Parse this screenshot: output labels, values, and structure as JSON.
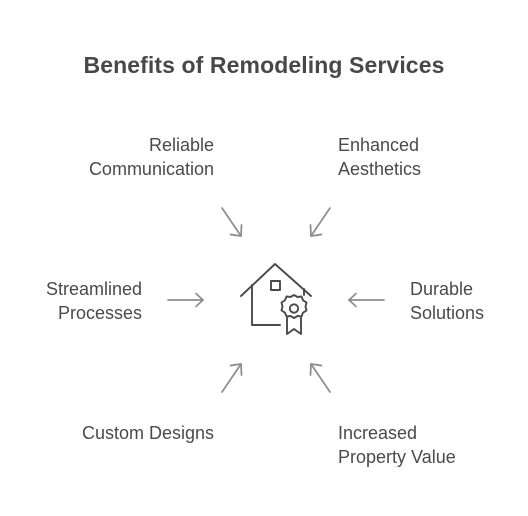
{
  "title": "Benefits of Remodeling Services",
  "center_icon": "house-with-award-badge-icon",
  "benefits": [
    {
      "id": "reliable",
      "lines": [
        "Reliable",
        "Communication"
      ]
    },
    {
      "id": "enhanced",
      "lines": [
        "Enhanced",
        "Aesthetics"
      ]
    },
    {
      "id": "stream",
      "lines": [
        "Streamlined",
        "Processes"
      ]
    },
    {
      "id": "durable",
      "lines": [
        "Durable",
        "Solutions"
      ]
    },
    {
      "id": "custom",
      "lines": [
        "Custom Designs"
      ]
    },
    {
      "id": "increased",
      "lines": [
        "Increased",
        "Property Value"
      ]
    }
  ],
  "colors": {
    "text": "#4a4a4a",
    "arrow": "#8c8c8c",
    "icon": "#4a4a4a"
  }
}
